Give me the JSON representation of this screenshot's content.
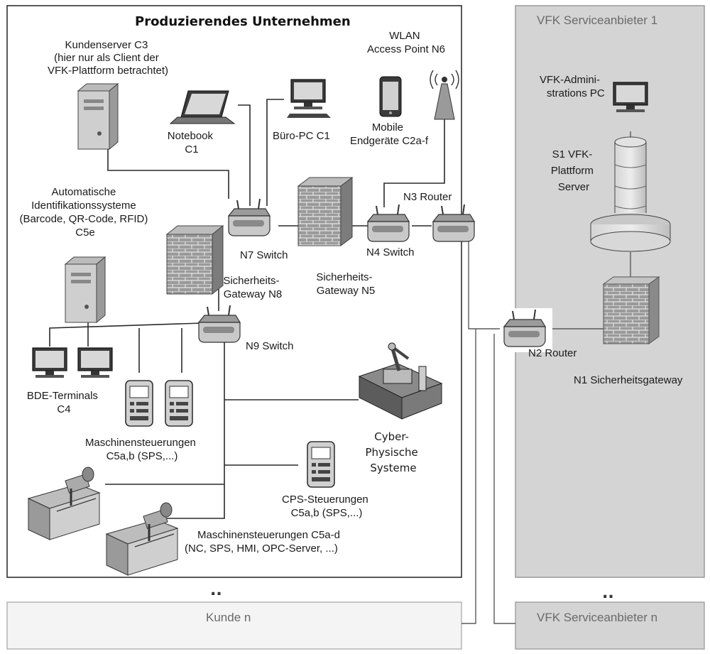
{
  "company": {
    "title": "Produzierendes Unternehmen",
    "customer_server": [
      "Kundenserver C3",
      "(hier nur als Client der",
      "VFK-Plattform betrachtet)"
    ],
    "notebook": [
      "Notebook",
      "C1"
    ],
    "office_pc": "Büro-PC C1",
    "wlan": [
      "WLAN",
      "Access Point N6"
    ],
    "mobile": [
      "Mobile",
      "Endgeräte C2a-f"
    ],
    "auto_id": [
      "Automatische",
      "Identifikationssysteme",
      "(Barcode, QR-Code, RFID)",
      "C5e"
    ],
    "n7": "N7 Switch",
    "n4": "N4 Switch",
    "n3": "N3 Router",
    "n8": [
      "Sicherheits-",
      "Gateway N8"
    ],
    "n5": [
      "Sicherheits-",
      "Gateway N5"
    ],
    "n9": "N9 Switch",
    "bde": [
      "BDE-Terminals",
      "C4"
    ],
    "machine_ctrl": [
      "Maschinensteuerungen",
      "C5a,b (SPS,...)"
    ],
    "cps_systems": [
      "Cyber-",
      "Physische",
      "Systeme"
    ],
    "cps_ctrl": [
      "CPS-Steuerungen",
      "C5a,b (SPS,...)"
    ],
    "machine_ctrl_2": [
      "Maschinensteuerungen C5a-d",
      "(NC, SPS, HMI, OPC-Server, ...)"
    ]
  },
  "provider": {
    "title": "VFK Serviceanbieter 1",
    "admin_pc": [
      "VFK-Admini-",
      "strations PC"
    ],
    "server": [
      "S1 VFK-",
      "Plattform",
      "Server"
    ],
    "n2": "N2 Router",
    "n1": "N1 Sicherheitsgateway"
  },
  "bottom": {
    "dots_left": "..",
    "dots_right": "..",
    "kunde_n": "Kunde n",
    "provider_n": "VFK Serviceanbieter n"
  }
}
